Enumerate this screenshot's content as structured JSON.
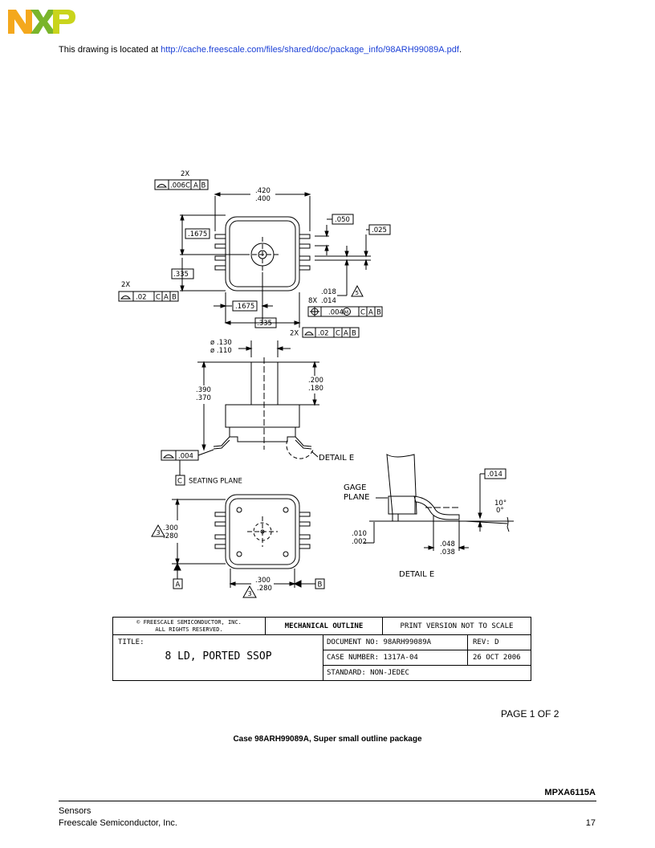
{
  "brand": {
    "logo_colors": [
      "#f4a81d",
      "#7ab52b",
      "#c9d41c"
    ]
  },
  "intro": {
    "prefix": "This drawing is located at ",
    "link": "http://cache.freescale.com/files/shared/doc/package_info/98ARH99089A.pdf",
    "suffix": "."
  },
  "drawing": {
    "top_view": {
      "fcf_top_mult": "2X",
      "fcf_top_tol": ".006",
      "fcf_top_datum1": "C",
      "fcf_top_datum2": "A",
      "fcf_top_datum3": "B",
      "width_max": ".420",
      "width_min": ".400",
      "dim_1675_left": ".1675",
      "dim_335_left": ".335",
      "fcf_left_mult": "2X",
      "fcf_left_tol": ".02",
      "fcf_left_datum1": "C",
      "fcf_left_datum2": "A",
      "fcf_left_datum3": "B",
      "dim_1675_bottom": ".1675",
      "dim_335_bottom": ".335",
      "lead_pitch": ".050",
      "lead_gap": ".025",
      "lead_width_max": ".018",
      "lead_width_min": ".014",
      "lead_count": "8X",
      "note_5": "5",
      "pos_tol": ".004",
      "pos_mod": "M",
      "pos_datum1": "C",
      "pos_datum2": "A",
      "pos_datum3": "B",
      "fcf_br_mult": "2X",
      "fcf_br_tol": ".02",
      "fcf_br_datum1": "C",
      "fcf_br_datum2": "A",
      "fcf_br_datum3": "B"
    },
    "side_view": {
      "port_dia_max": "ø .130",
      "port_dia_min": "ø .110",
      "height_max": ".390",
      "height_min": ".370",
      "port_height_max": ".200",
      "port_height_min": ".180",
      "flatness": ".004",
      "datum_c": "C",
      "seating_plane": "SEATING PLANE",
      "detail_e_ref": "DETAIL E"
    },
    "bottom_view": {
      "note_3": "3",
      "len_max": ".300",
      "len_min": ".280",
      "datum_a": "A",
      "width_max": ".300",
      "width_min": ".280",
      "note_3b": "3",
      "datum_b": "B"
    },
    "detail_e": {
      "gage": "GAGE",
      "plane": "PLANE",
      "coplanarity": ".014",
      "angle_max": "10°",
      "angle_min": "0°",
      "standoff_max": ".010",
      "standoff_min": ".002",
      "foot_max": ".048",
      "foot_min": ".038",
      "title": "DETAIL E"
    }
  },
  "title_block": {
    "copyright_line1": "© FREESCALE SEMICONDUCTOR, INC.",
    "copyright_line2": "ALL RIGHTS RESERVED.",
    "outline": "MECHANICAL OUTLINE",
    "print_note": "PRINT VERSION NOT TO SCALE",
    "title_label": "TITLE:",
    "title": "8 LD, PORTED SSOP",
    "document_no": "DOCUMENT NO: 98ARH99089A",
    "rev": "REV: D",
    "case_number": "CASE NUMBER: 1317A-04",
    "date": "26 OCT 2006",
    "standard": "STANDARD: NON-JEDEC"
  },
  "page_of": "PAGE 1 OF 2",
  "caption": "Case 98ARH99089A, Super small outline package",
  "part_number": "MPXA6115A",
  "footer": {
    "line1": "Sensors",
    "line2": "Freescale Semiconductor, Inc.",
    "page_number": "17"
  }
}
